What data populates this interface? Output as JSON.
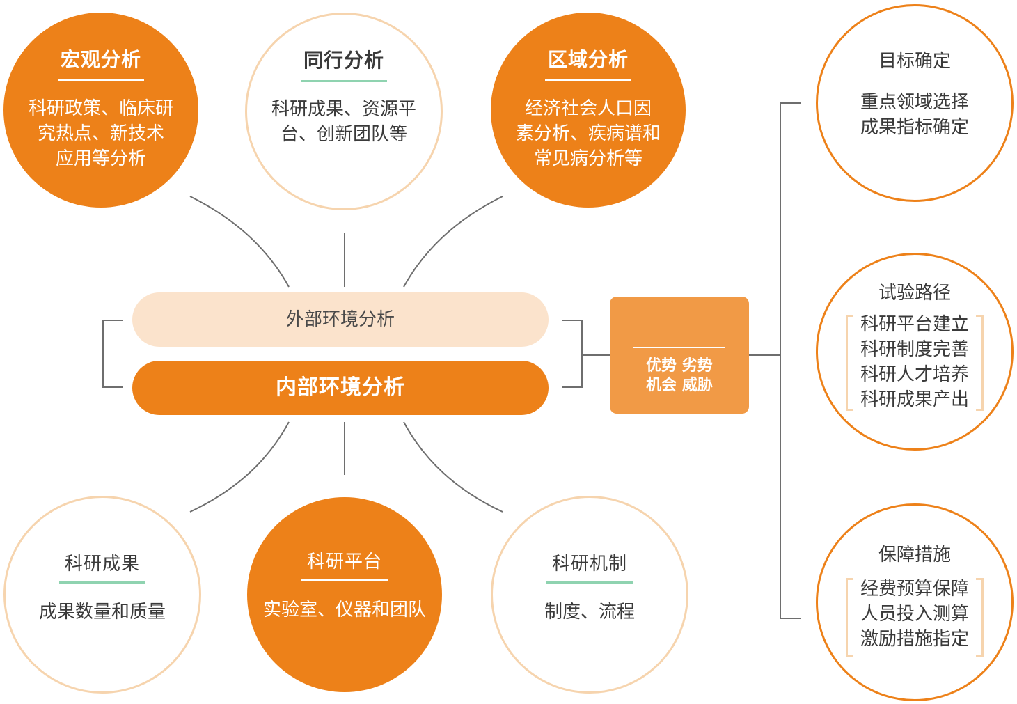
{
  "top": [
    {
      "title": "宏观分析",
      "lines": [
        "科研政策、临床研",
        "究热点、新技术",
        "应用等分析"
      ]
    },
    {
      "title": "同行分析",
      "lines": [
        "科研成果、资源平",
        "台、创新团队等"
      ]
    },
    {
      "title": "区域分析",
      "lines": [
        "经济社会人口因",
        "素分析、疾病谱和",
        "常见病分析等"
      ]
    }
  ],
  "bottom": [
    {
      "title": "科研成果",
      "lines": [
        "成果数量和质量"
      ]
    },
    {
      "title": "科研平台",
      "lines": [
        "实验室、仪器和团队"
      ]
    },
    {
      "title": "科研机制",
      "lines": [
        "制度、流程"
      ]
    }
  ],
  "external_label": "外部环境分析",
  "internal_label": "内部环境分析",
  "summary": {
    "title": "小结",
    "line1": "优势  劣势",
    "line2": "机会  威胁"
  },
  "right": [
    {
      "title": "目标确定",
      "lines": [
        "重点领域选择",
        "成果指标确定"
      ]
    },
    {
      "title": "试验路径",
      "lines": [
        "科研平台建立",
        "科研制度完善",
        "科研人才培养",
        "科研成果产出"
      ]
    },
    {
      "title": "保障措施",
      "lines": [
        "经费预算保障",
        "人员投入测算",
        "激励措施指定"
      ]
    }
  ],
  "colors": {
    "orange": "#ed8119",
    "peach": "#f6d4ae",
    "pill_light": "#fbe3cc",
    "summary": "#f19a46",
    "accent_green": "#8fd3b0",
    "connector": "#6e6e6e"
  }
}
